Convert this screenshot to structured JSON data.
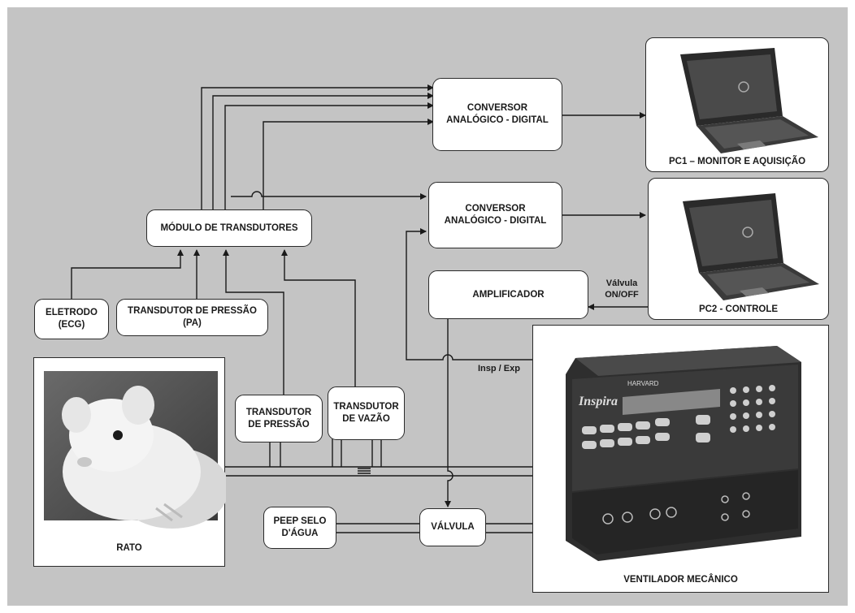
{
  "boxes": {
    "conversor_1": "CONVERSOR\nANALÓGICO - DIGITAL",
    "conversor_2": "CONVERSOR\nANALÓGICO - DIGITAL",
    "modulo_transdutores": "MÓDULO DE TRANSDUTORES",
    "eletrodo": "ELETRODO\n(ECG)",
    "transdutor_pressao_pa": "TRANSDUTOR DE PRESSÃO\n(PA)",
    "amplificador": "AMPLIFICADOR",
    "transdutor_pressao": "TRANSDUTOR\nDE PRESSÃO",
    "transdutor_vazao": "TRANSDUTOR\nDE VAZÃO",
    "peep": "PEEP SELO\nD'ÁGUA",
    "valvula": "VÁLVULA"
  },
  "panels": {
    "pc1": "PC1 – MONITOR E AQUISIÇÃO",
    "pc2": "PC2 - CONTROLE",
    "rato": "RATO",
    "ventilador": "VENTILADOR MECÂNICO"
  },
  "labels": {
    "valvula_onoff": "Válvula\nON/OFF",
    "insp_exp": "Insp / Exp"
  },
  "device": {
    "brand": "Inspira",
    "maker": "HARVARD"
  }
}
